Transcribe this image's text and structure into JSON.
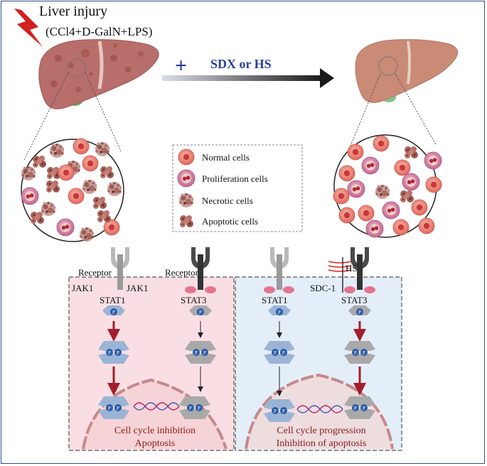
{
  "header": {
    "injury_title": "Liver injury",
    "injury_agents": "(CCl4+D-GalN+LPS)",
    "treatment_plus": "+",
    "treatment_label": "SDX or HS"
  },
  "legend": {
    "items": [
      {
        "label": "Normal cells",
        "kind": "normal"
      },
      {
        "label": "Proliferation cells",
        "kind": "proliferation"
      },
      {
        "label": "Necrotic cells",
        "kind": "necrotic"
      },
      {
        "label": "Apoptotic cells",
        "kind": "apoptotic"
      }
    ]
  },
  "pathway": {
    "receptor_left_1": "Receptor",
    "receptor_left_2": "Receptor",
    "jak_a": "JAK1",
    "jak_b": "JAK1",
    "stat1_left": "STAT1",
    "stat3_left": "STAT3",
    "stat1_right": "STAT1",
    "stat3_right": "STAT3",
    "hs_label": "HS",
    "sdc_label": "SDC-1",
    "phos": "P",
    "left_outcome_1": "Cell cycle inhibition",
    "left_outcome_2": "Apoptosis",
    "right_outcome_1": "Cell cycle progression",
    "right_outcome_2": "Inhibition of apoptosis"
  },
  "colors": {
    "left_panel_bg": "#f9dfe3",
    "right_panel_bg": "#e3eef8",
    "liver_injured": "#b86e6a",
    "liver_healthy": "#c98a76",
    "accent_blue": "#2a3f9e",
    "activation_red": "#a41d2b",
    "outcome_text": "#8b1a1a"
  }
}
